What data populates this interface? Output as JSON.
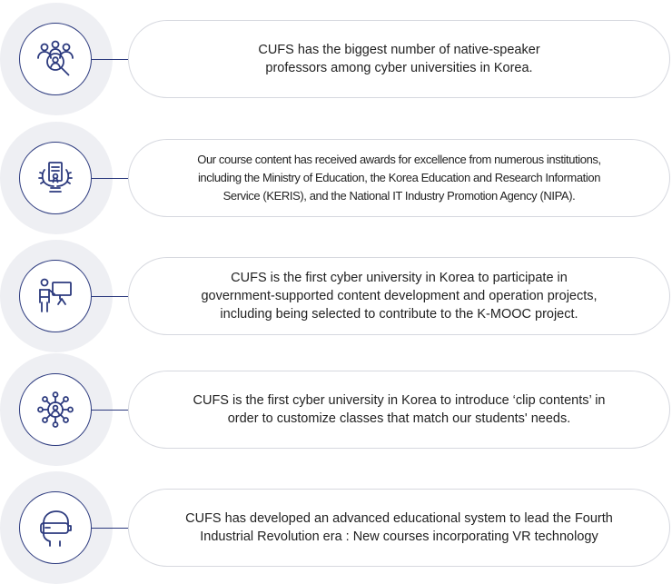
{
  "colors": {
    "accent": "#2c3a7e",
    "halo": "#eeeff3",
    "card_border": "#d6d8df"
  },
  "items": [
    {
      "icon": "professors-search-icon",
      "text": "CUFS has the biggest number of native-speaker\nprofessors among cyber universities in Korea."
    },
    {
      "icon": "award-laurel-icon",
      "text": "Our course content has received awards for excellence from numerous institutions,\nincluding the Ministry of Education, the Korea Education and Research Information\nService (KERIS), and the National IT Industry Promotion Agency (NIPA)."
    },
    {
      "icon": "presenter-board-icon",
      "text": "CUFS is the first cyber university in Korea to participate in\ngovernment-supported content development and operation projects,\nincluding being selected to contribute to the K-MOOC project."
    },
    {
      "icon": "network-user-icon",
      "text": "CUFS is the first cyber university in Korea to introduce ‘clip contents’ in\norder to customize classes that match our students' needs."
    },
    {
      "icon": "vr-headset-icon",
      "text": "CUFS has developed an advanced educational system to lead the Fourth\nIndustrial Revolution era : New courses incorporating VR technology"
    }
  ]
}
